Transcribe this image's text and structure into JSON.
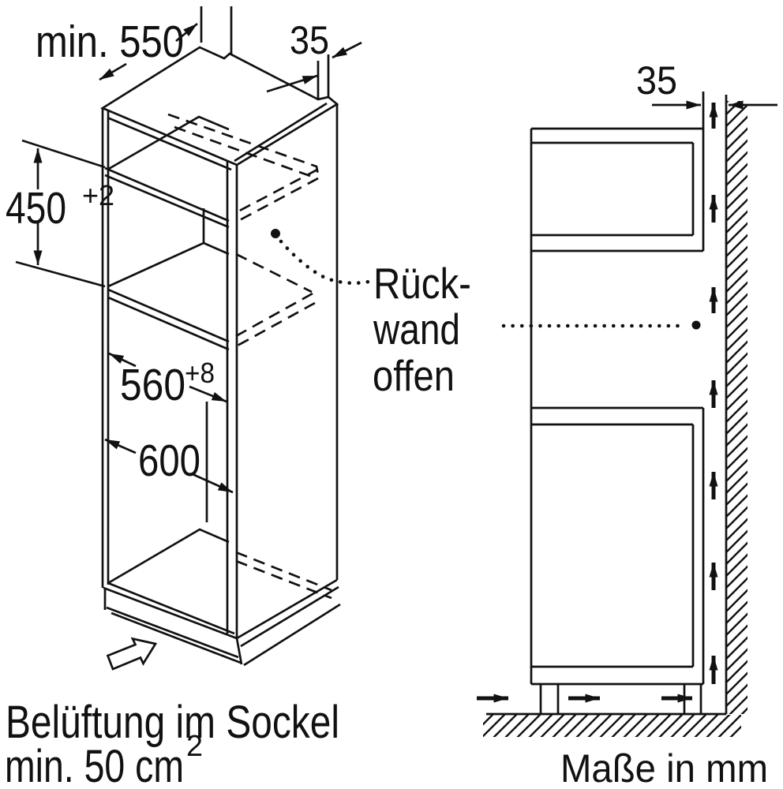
{
  "diagram": {
    "title_semantic": "Built-in appliance tall cabinet installation drawing",
    "colors": {
      "line": "#111111",
      "background": "#ffffff"
    },
    "iso": {
      "dim_depth": "min. 550",
      "dim_rail": "35",
      "dim_niche_height": "450",
      "dim_niche_height_tol": "+2",
      "dim_niche_width": "560",
      "dim_niche_width_tol": "+8",
      "dim_cabinet_width": "600",
      "note_backwall_1": "Rück-",
      "note_backwall_2": "wand",
      "note_backwall_3": "offen",
      "caption_1": "Belüftung im Sockel",
      "caption_2": "min. 50 cm",
      "caption_2_sup": "2"
    },
    "side": {
      "dim_wall_gap": "35",
      "units_caption": "Maße in mm"
    }
  }
}
